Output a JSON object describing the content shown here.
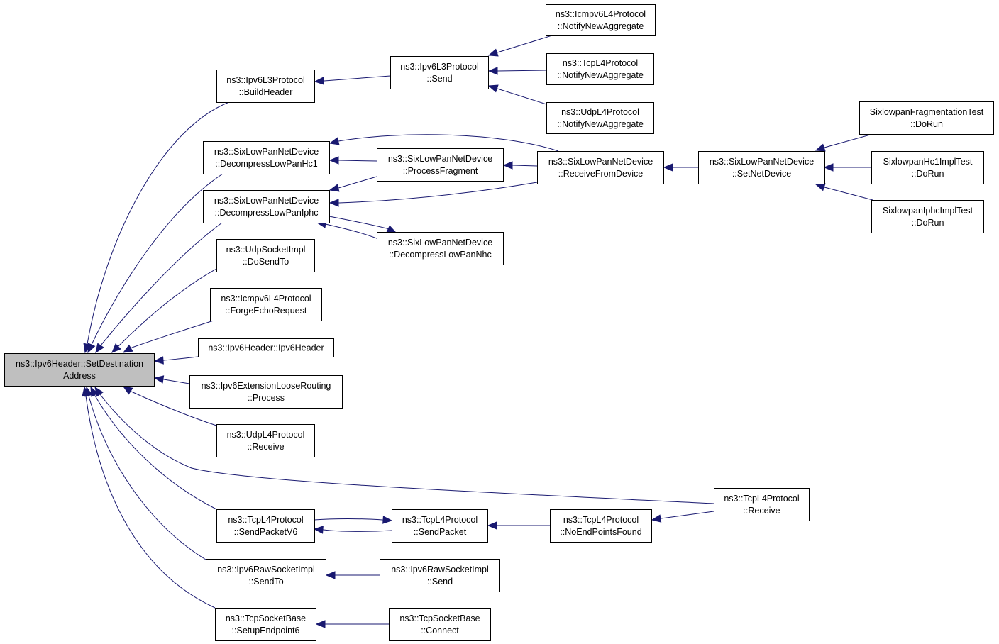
{
  "graph": {
    "title": "",
    "edge_color": "#191970",
    "root_fill": "#bfbfbf",
    "node_fill": "#ffffff",
    "nodes": [
      {
        "id": "root",
        "lines": [
          "ns3::Ipv6Header::SetDestination",
          "Address"
        ]
      },
      {
        "id": "buildheader",
        "lines": [
          "ns3::Ipv6L3Protocol",
          "::BuildHeader"
        ]
      },
      {
        "id": "l3send",
        "lines": [
          "ns3::Ipv6L3Protocol",
          "::Send"
        ]
      },
      {
        "id": "icmpnotify",
        "lines": [
          "ns3::Icmpv6L4Protocol",
          "::NotifyNewAggregate"
        ]
      },
      {
        "id": "tcpnotify",
        "lines": [
          "ns3::TcpL4Protocol",
          "::NotifyNewAggregate"
        ]
      },
      {
        "id": "udpnotify",
        "lines": [
          "ns3::UdpL4Protocol",
          "::NotifyNewAggregate"
        ]
      },
      {
        "id": "hc1",
        "lines": [
          "ns3::SixLowPanNetDevice",
          "::DecompressLowPanHc1"
        ]
      },
      {
        "id": "procfrag",
        "lines": [
          "ns3::SixLowPanNetDevice",
          "::ProcessFragment"
        ]
      },
      {
        "id": "recvdev",
        "lines": [
          "ns3::SixLowPanNetDevice",
          "::ReceiveFromDevice"
        ]
      },
      {
        "id": "setnetdev",
        "lines": [
          "ns3::SixLowPanNetDevice",
          "::SetNetDevice"
        ]
      },
      {
        "id": "fragtest",
        "lines": [
          "SixlowpanFragmentationTest",
          "::DoRun"
        ]
      },
      {
        "id": "hc1test",
        "lines": [
          "SixlowpanHc1ImplTest",
          "::DoRun"
        ]
      },
      {
        "id": "iphctest",
        "lines": [
          "SixlowpanIphcImplTest",
          "::DoRun"
        ]
      },
      {
        "id": "iphc",
        "lines": [
          "ns3::SixLowPanNetDevice",
          "::DecompressLowPanIphc"
        ]
      },
      {
        "id": "nhc",
        "lines": [
          "ns3::SixLowPanNetDevice",
          "::DecompressLowPanNhc"
        ]
      },
      {
        "id": "udpsendto",
        "lines": [
          "ns3::UdpSocketImpl",
          "::DoSendTo"
        ]
      },
      {
        "id": "forgeecho",
        "lines": [
          "ns3::Icmpv6L4Protocol",
          "::ForgeEchoRequest"
        ]
      },
      {
        "id": "ipv6header",
        "lines": [
          "ns3::Ipv6Header::Ipv6Header"
        ]
      },
      {
        "id": "looserouting",
        "lines": [
          "ns3::Ipv6ExtensionLooseRouting",
          "::Process"
        ]
      },
      {
        "id": "udprecv",
        "lines": [
          "ns3::UdpL4Protocol",
          "::Receive"
        ]
      },
      {
        "id": "tcprecv",
        "lines": [
          "ns3::TcpL4Protocol",
          "::Receive"
        ]
      },
      {
        "id": "sendpktv6",
        "lines": [
          "ns3::TcpL4Protocol",
          "::SendPacketV6"
        ]
      },
      {
        "id": "sendpkt",
        "lines": [
          "ns3::TcpL4Protocol",
          "::SendPacket"
        ]
      },
      {
        "id": "noendpoints",
        "lines": [
          "ns3::TcpL4Protocol",
          "::NoEndPointsFound"
        ]
      },
      {
        "id": "rawsendto",
        "lines": [
          "ns3::Ipv6RawSocketImpl",
          "::SendTo"
        ]
      },
      {
        "id": "rawsend",
        "lines": [
          "ns3::Ipv6RawSocketImpl",
          "::Send"
        ]
      },
      {
        "id": "setupep6",
        "lines": [
          "ns3::TcpSocketBase",
          "::SetupEndpoint6"
        ]
      },
      {
        "id": "connect",
        "lines": [
          "ns3::TcpSocketBase",
          "::Connect"
        ]
      }
    ],
    "edges": [
      {
        "from": "buildheader",
        "to": "root"
      },
      {
        "from": "hc1",
        "to": "root"
      },
      {
        "from": "iphc",
        "to": "root"
      },
      {
        "from": "udpsendto",
        "to": "root"
      },
      {
        "from": "forgeecho",
        "to": "root"
      },
      {
        "from": "ipv6header",
        "to": "root"
      },
      {
        "from": "looserouting",
        "to": "root"
      },
      {
        "from": "udprecv",
        "to": "root"
      },
      {
        "from": "tcprecv",
        "to": "root"
      },
      {
        "from": "sendpktv6",
        "to": "root"
      },
      {
        "from": "rawsendto",
        "to": "root"
      },
      {
        "from": "setupep6",
        "to": "root"
      },
      {
        "from": "l3send",
        "to": "buildheader"
      },
      {
        "from": "icmpnotify",
        "to": "l3send"
      },
      {
        "from": "tcpnotify",
        "to": "l3send"
      },
      {
        "from": "udpnotify",
        "to": "l3send"
      },
      {
        "from": "procfrag",
        "to": "hc1"
      },
      {
        "from": "recvdev",
        "to": "hc1"
      },
      {
        "from": "procfrag",
        "to": "iphc"
      },
      {
        "from": "recvdev",
        "to": "iphc"
      },
      {
        "from": "nhc",
        "to": "iphc"
      },
      {
        "from": "iphc",
        "to": "nhc"
      },
      {
        "from": "recvdev",
        "to": "procfrag"
      },
      {
        "from": "setnetdev",
        "to": "recvdev"
      },
      {
        "from": "fragtest",
        "to": "setnetdev"
      },
      {
        "from": "hc1test",
        "to": "setnetdev"
      },
      {
        "from": "iphctest",
        "to": "setnetdev"
      },
      {
        "from": "sendpkt",
        "to": "sendpktv6"
      },
      {
        "from": "sendpktv6",
        "to": "sendpkt"
      },
      {
        "from": "noendpoints",
        "to": "sendpkt"
      },
      {
        "from": "tcprecv",
        "to": "noendpoints"
      },
      {
        "from": "rawsend",
        "to": "rawsendto"
      },
      {
        "from": "connect",
        "to": "setupep6"
      }
    ]
  }
}
